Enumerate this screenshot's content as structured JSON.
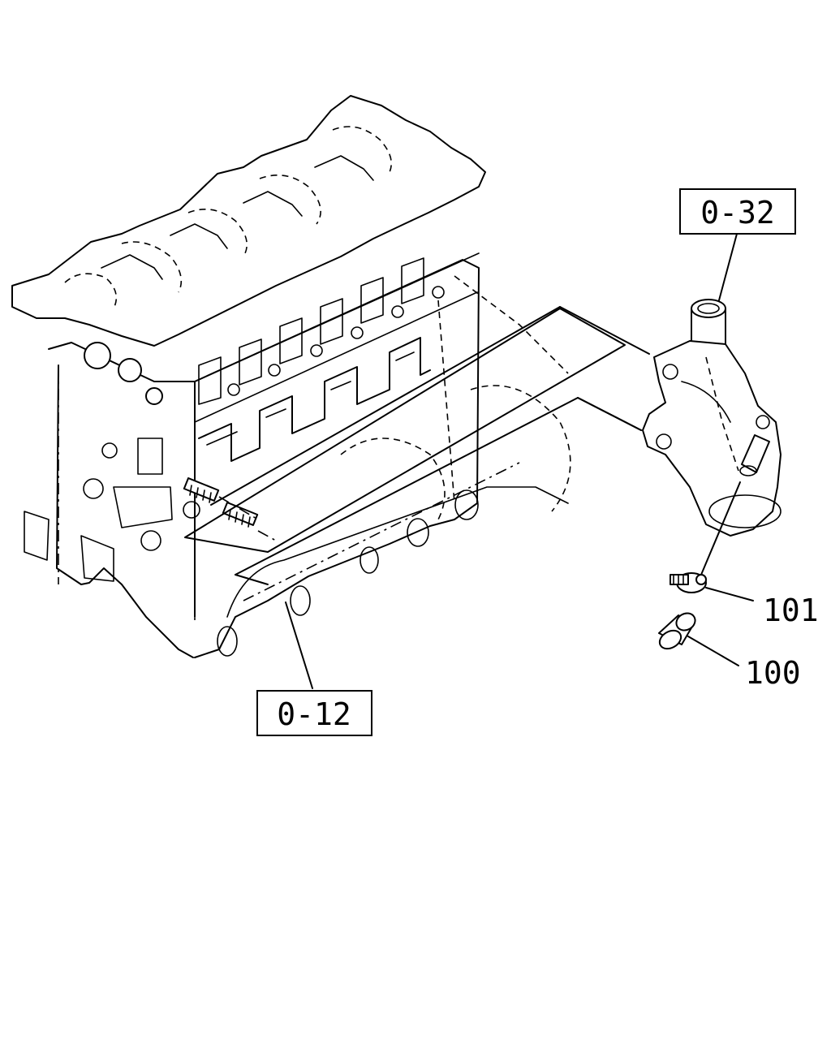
{
  "callouts": {
    "ref_water_pump": "0-32",
    "ref_cylinder_block": "0-12",
    "part_101": "101",
    "part_100": "100"
  }
}
